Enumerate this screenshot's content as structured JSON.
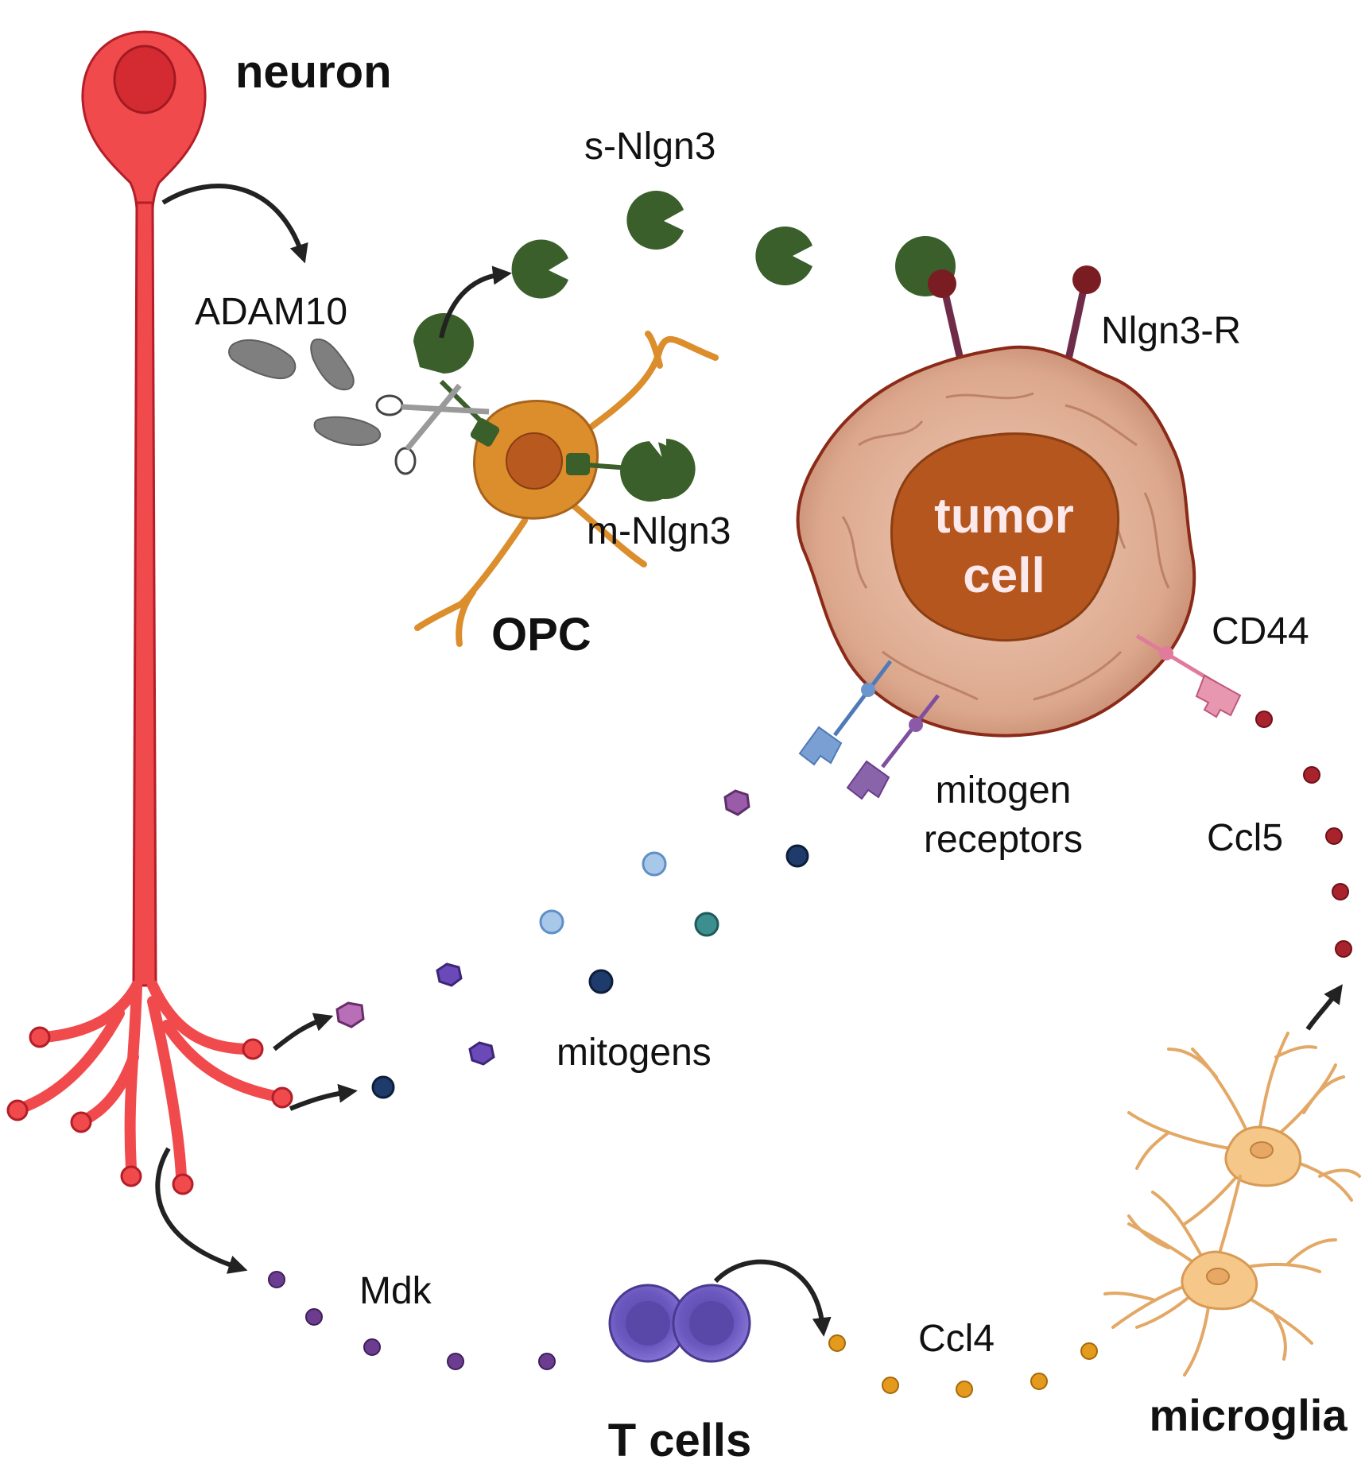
{
  "labels": {
    "neuron": "neuron",
    "adam10": "ADAM10",
    "s_nlgn3": "s-Nlgn3",
    "m_nlgn3": "m-Nlgn3",
    "opc": "OPC",
    "nlgn3_r": "Nlgn3-R",
    "tumor_line1": "tumor",
    "tumor_line2": "cell",
    "cd44": "CD44",
    "mitogen_receptors_line1": "mitogen",
    "mitogen_receptors_line2": "receptors",
    "ccl5": "Ccl5",
    "mitogens": "mitogens",
    "mdk": "Mdk",
    "t_cells": "T cells",
    "ccl4": "Ccl4",
    "microglia": "microglia"
  },
  "colors": {
    "neuron": "#f04a4d",
    "neuron_nucleus": "#d42a31",
    "opc": "#dc8d2c",
    "opc_nucleus": "#b8591f",
    "nlgn3": "#3a5f2b",
    "tumor": "#e3b49c",
    "tumor_outline": "#8b2a18",
    "tumor_nucleus": "#b4561e",
    "receptor": "#6e2c4a",
    "cd44": "#e07b9b",
    "ccl5": "#a8232b",
    "mdk": "#6b3c8f",
    "t_cell": "#7b68c8",
    "ccl4": "#e39a1d",
    "microglia": "#f5c889",
    "adam10": "#808080"
  }
}
